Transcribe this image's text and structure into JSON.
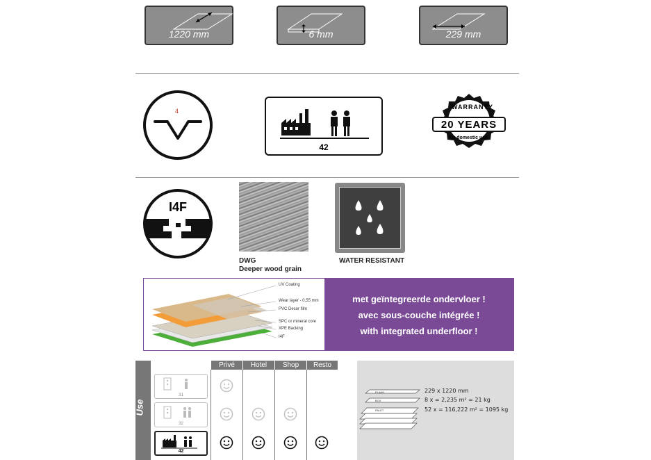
{
  "dimensions": {
    "length": "1220 mm",
    "thickness": "6 mm",
    "width": "229 mm"
  },
  "icons": {
    "bevel_number": "4",
    "usage_class": "42",
    "warranty_top": "WARRANTY",
    "warranty_years": "20 YEARS",
    "warranty_bottom": "for domestic use",
    "lock_system": "I4F"
  },
  "features": {
    "dwg_title": "DWG",
    "dwg_subtitle": "Deeper wood grain",
    "water": "WATER RESISTANT"
  },
  "layers": {
    "items": [
      "UV Coating",
      "Wear layer - 0,55 mm",
      "PVC Decor film",
      "SPC or mineral core",
      "XPE Backing",
      "I4F"
    ],
    "slogans": [
      "met geïntegreerde ondervloer !",
      "avec sous-couche intégrée !",
      "with integrated underfloor !"
    ],
    "accent": "#7a4a96"
  },
  "usage": {
    "title": "Use",
    "columns": [
      "Privé",
      "Hotel",
      "Shop",
      "Resto"
    ],
    "rows": [
      {
        "class": "31",
        "active": false,
        "ratings": [
          1,
          0,
          0,
          0
        ]
      },
      {
        "class": "32",
        "active": false,
        "ratings": [
          1,
          1,
          1,
          0
        ]
      },
      {
        "class": "42",
        "active": true,
        "ratings": [
          1,
          1,
          1,
          1
        ]
      }
    ]
  },
  "packaging": {
    "labels": [
      "PLANK",
      "BOX",
      "PALET"
    ],
    "lines": [
      "229 x 1220 mm",
      "8 x = 2,235 m² = 21 kg",
      "52 x = 116,222 m² = 1095 kg"
    ]
  }
}
